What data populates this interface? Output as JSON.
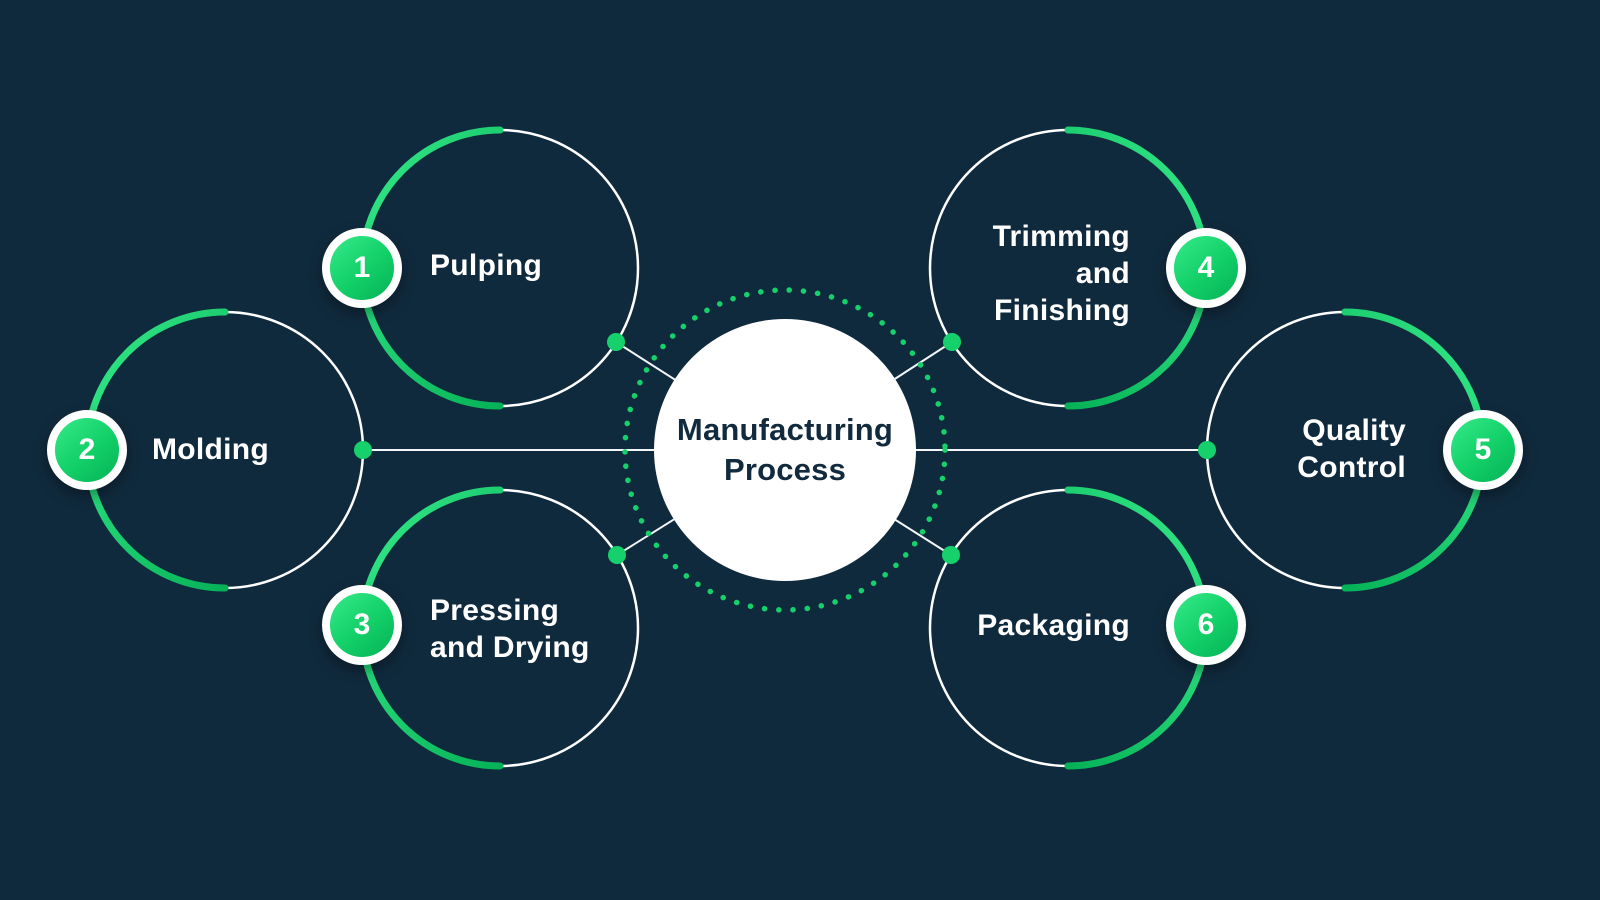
{
  "title": "Manufacturing Process",
  "colors": {
    "background": "#102a3d",
    "green": "#16d16b",
    "green_light": "#35ea89",
    "green_dark": "#06b257",
    "text_light": "#ffffff",
    "text_dark": "#112a3d",
    "circle_outline": "#ffffff"
  },
  "steps": [
    {
      "number": "1",
      "label": "Pulping"
    },
    {
      "number": "2",
      "label": "Molding"
    },
    {
      "number": "3",
      "label": "Pressing and Drying"
    },
    {
      "number": "4",
      "label": "Trimming and Finishing"
    },
    {
      "number": "5",
      "label": "Quality Control"
    },
    {
      "number": "6",
      "label": "Packaging"
    }
  ]
}
